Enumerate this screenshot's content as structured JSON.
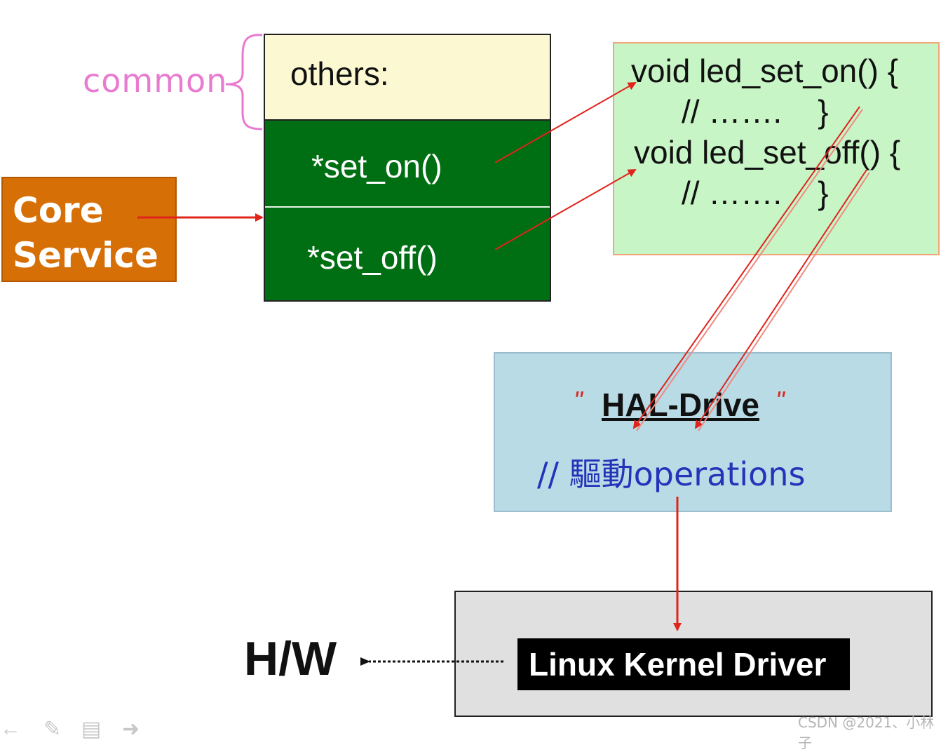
{
  "labels": {
    "common": "common",
    "core_service_line1": "Core",
    "core_service_line2": "Service",
    "hw": "H/W",
    "watermark": "CSDN @2021、小林子"
  },
  "struct": {
    "others": "others:",
    "set_on": "*set_on()",
    "set_off": "*set_off()"
  },
  "implementation": {
    "line1": "void led_set_on() {",
    "line2": "// …….    }",
    "line3": "void led_set_off() {",
    "line4": "// …….    }"
  },
  "hal": {
    "title": "HAL-Drive",
    "quote_left": "\"",
    "quote_right": "\"",
    "operations": "// 驅動operations"
  },
  "kernel": {
    "label": "Linux Kernel Driver"
  },
  "colors": {
    "arrow_red": "#e0241b",
    "struct_green": "#006e12",
    "core_orange": "#d66f05",
    "impl_green": "#c8f5c6",
    "hal_blue": "#b8dbe6",
    "common_pink": "#e87ad0",
    "ops_blue": "#2334b8"
  }
}
